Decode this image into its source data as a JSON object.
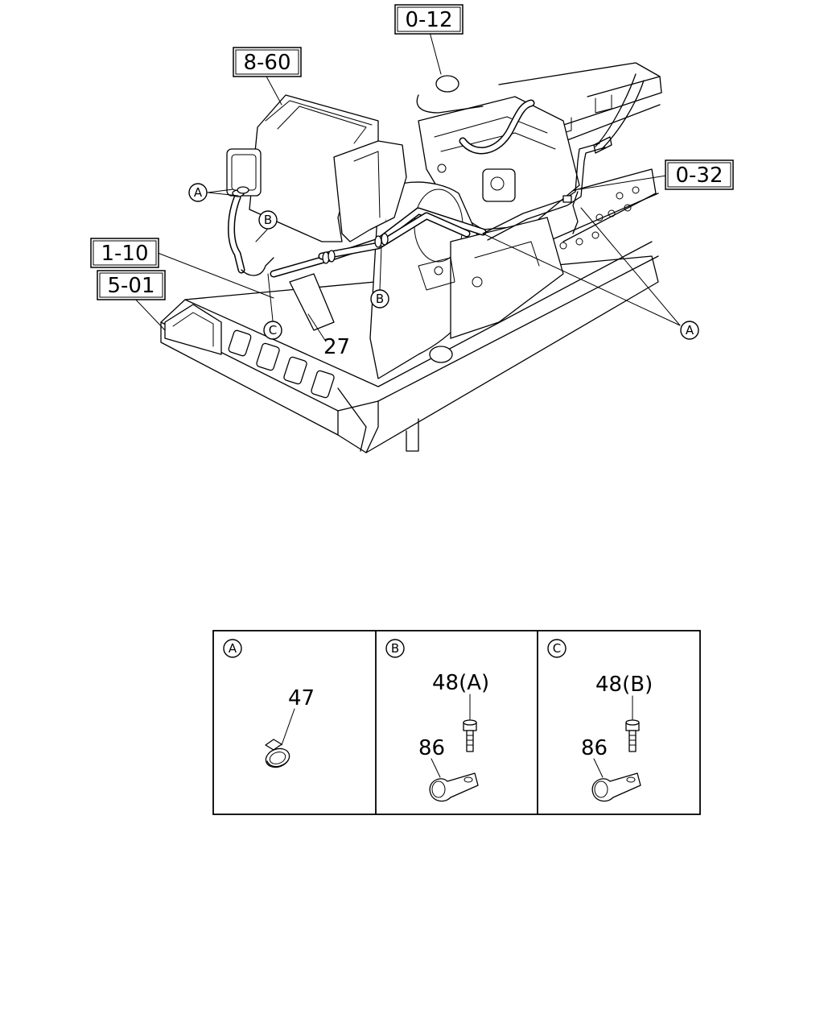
{
  "refs": {
    "r0_12": "0-12",
    "r8_60": "8-60",
    "r0_32": "0-32",
    "r1_10": "1-10",
    "r5_01": "5-01"
  },
  "callouts": {
    "a": "A",
    "b": "B",
    "c": "C"
  },
  "parts": {
    "p27": "27",
    "p47": "47",
    "p48a": "48(A)",
    "p48b": "48(B)",
    "p86": "86"
  },
  "detail_panels": [
    {
      "letter": "A",
      "parts": [
        "47"
      ]
    },
    {
      "letter": "B",
      "parts": [
        "48(A)",
        "86"
      ]
    },
    {
      "letter": "C",
      "parts": [
        "48(B)",
        "86"
      ]
    }
  ]
}
